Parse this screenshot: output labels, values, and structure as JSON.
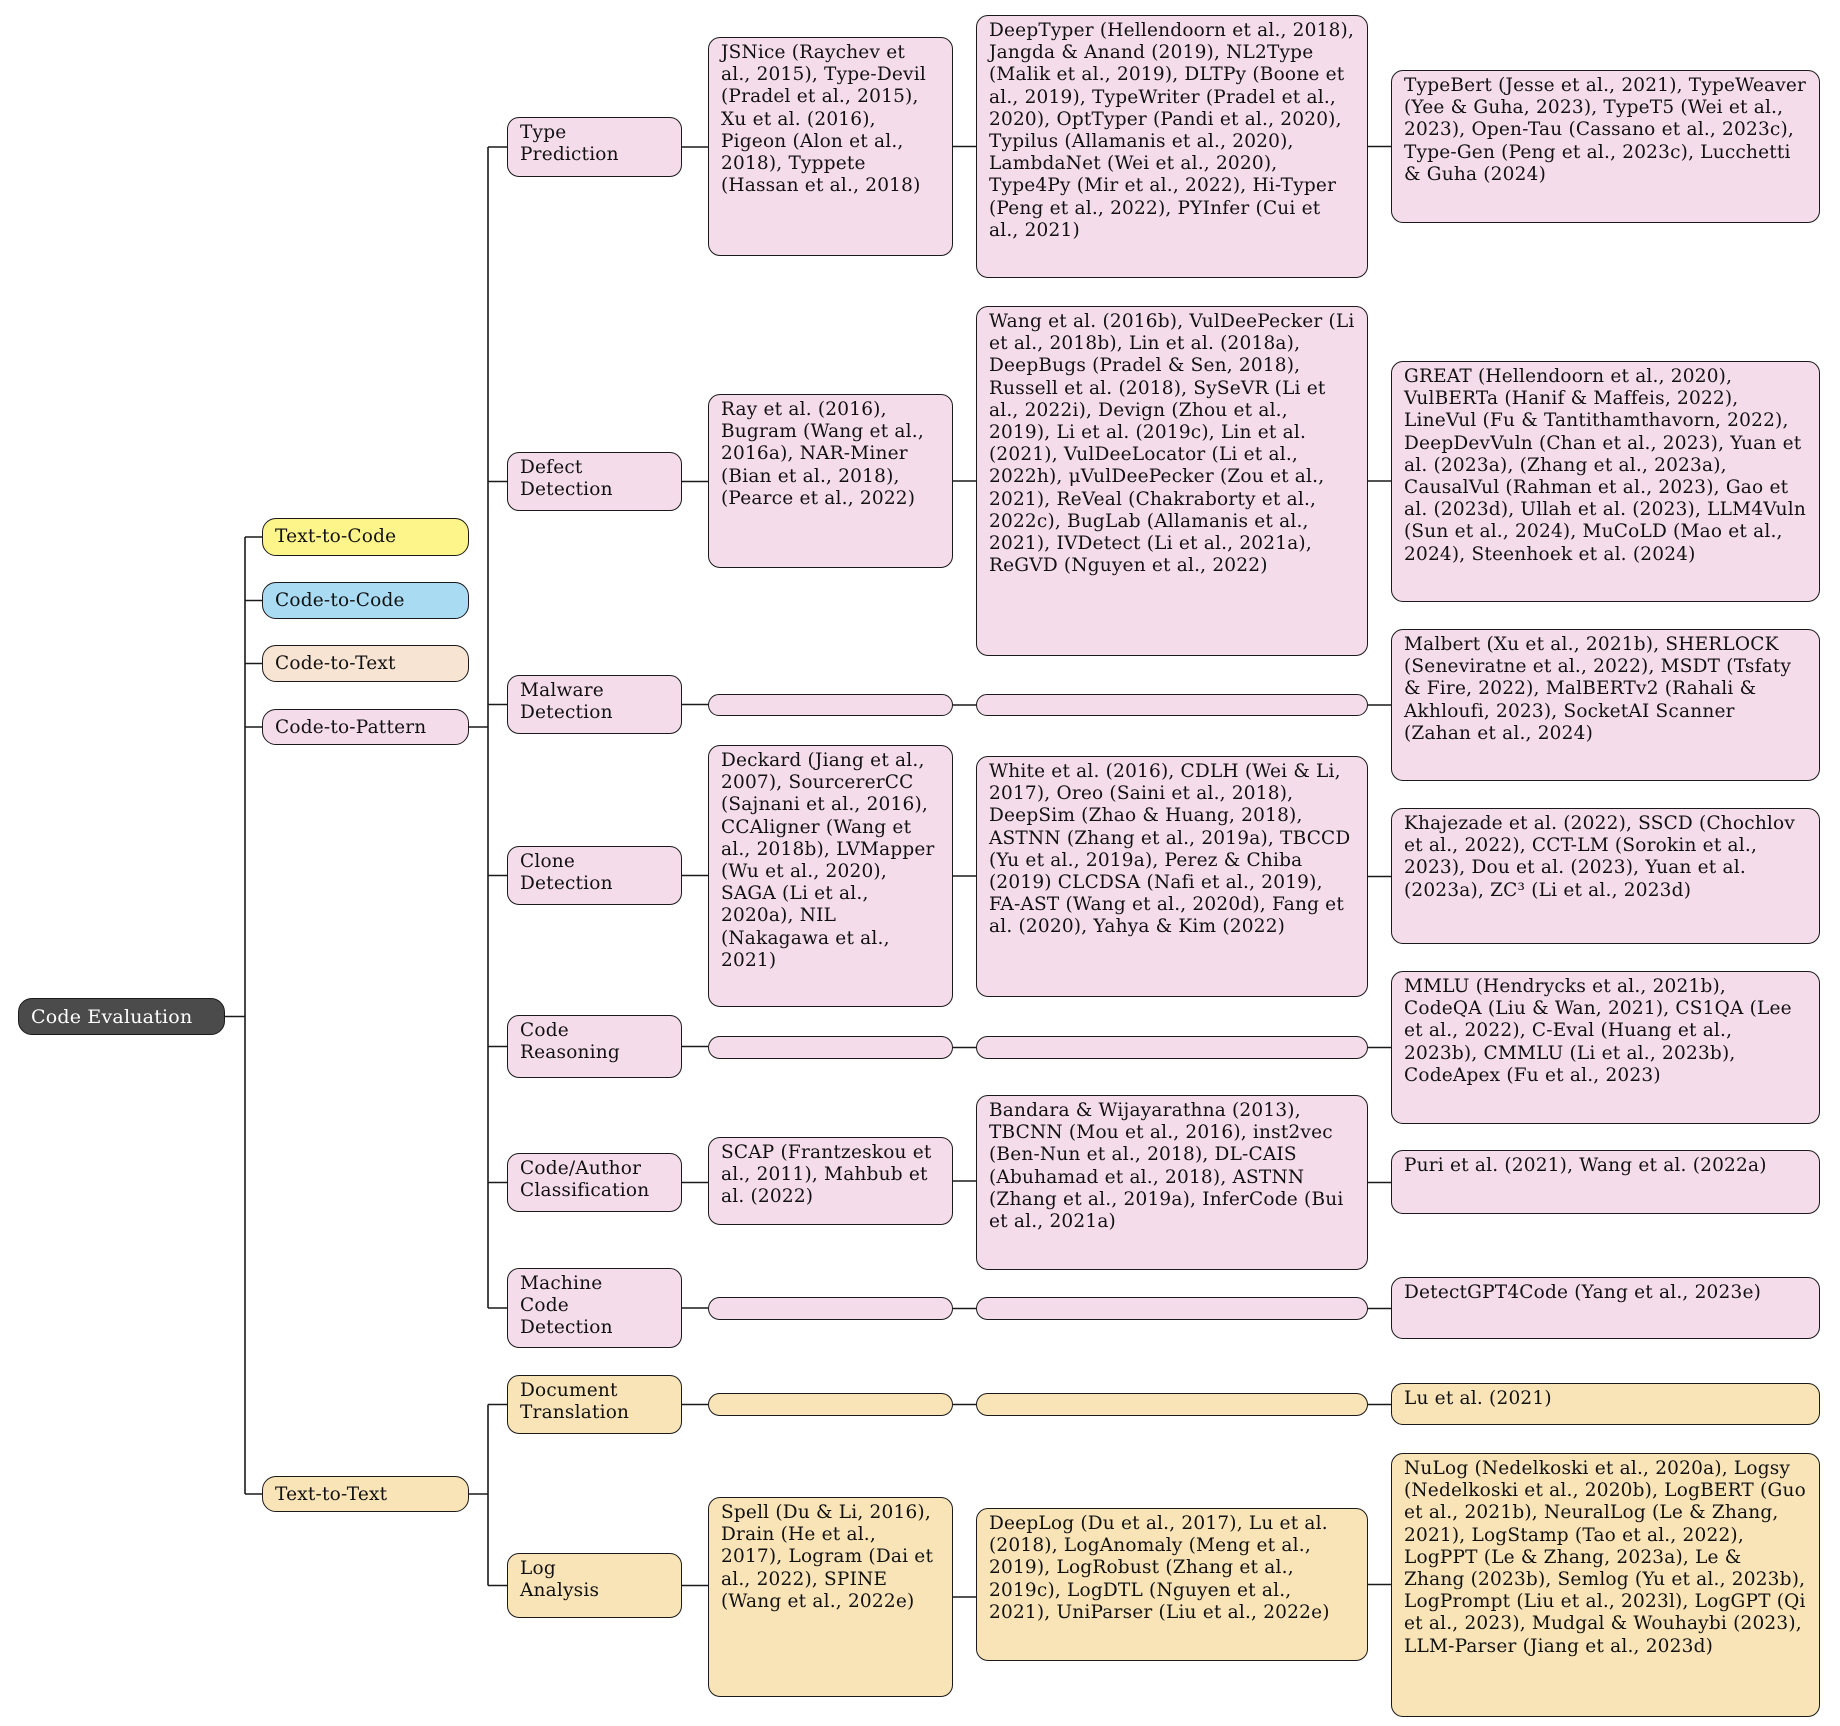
{
  "colors": {
    "root": "#4b4b4b",
    "text_to_code": "#fdf58a",
    "code_to_code": "#a9dbf3",
    "code_to_text": "#f7e4d3",
    "code_to_pattern": "#f5dcea",
    "text_to_text": "#f9e4b8",
    "line": "#1a1a1a"
  },
  "root": {
    "label": "Code Evaluation"
  },
  "level1": {
    "text_to_code": "Text-to-Code",
    "code_to_code": "Code-to-Code",
    "code_to_text": "Code-to-Text",
    "code_to_pattern": "Code-to-Pattern",
    "text_to_text": "Text-to-Text"
  },
  "type_prediction": {
    "label": "Type\nPrediction",
    "col1": "JSNice (Raychev et al., 2015), Type-Devil (Pradel et al., 2015), Xu et al. (2016), Pigeon (Alon et al., 2018), Typpete (Hassan et al., 2018)",
    "col2": "DeepTyper (Hellendoorn et al., 2018), Jangda & Anand (2019), NL2Type (Malik et al., 2019), DLTPy (Boone et al., 2019), TypeWriter (Pradel et al., 2020), OptTyper (Pandi et al., 2020), Typilus (Allamanis et al., 2020), LambdaNet (Wei et al., 2020), Type4Py (Mir et al., 2022), Hi-Typer (Peng et al., 2022), PYInfer (Cui et al., 2021)",
    "col3": "TypeBert (Jesse et al., 2021), TypeWeaver (Yee & Guha, 2023), TypeT5 (Wei et al., 2023), Open-Tau (Cassano et al., 2023c), Type-Gen (Peng et al., 2023c), Lucchetti & Guha (2024)"
  },
  "defect_detection": {
    "label": "Defect\nDetection",
    "col1": "Ray et al. (2016), Bugram (Wang et al., 2016a), NAR-Miner (Bian et al., 2018), (Pearce et al., 2022)",
    "col2": "Wang et al. (2016b), VulDeePecker (Li et al., 2018b), Lin et al. (2018a), DeepBugs (Pradel & Sen, 2018), Russell et al. (2018), SySeVR (Li et al., 2022i), Devign (Zhou et al., 2019), Li et al. (2019c), Lin et al. (2021), VulDeeLocator (Li et al., 2022h), μVulDeePecker (Zou et al., 2021), ReVeal (Chakraborty et al., 2022c), BugLab (Allamanis et al., 2021), IVDetect (Li et al., 2021a), ReGVD (Nguyen et al., 2022)",
    "col3": "GREAT (Hellendoorn et al., 2020), VulBERTa (Hanif & Maffeis, 2022), LineVul (Fu & Tantithamthavorn, 2022), DeepDevVuln (Chan et al., 2023), Yuan et al. (2023a), (Zhang et al., 2023a), CausalVul (Rahman et al., 2023), Gao et al. (2023d), Ullah et al. (2023), LLM4Vuln (Sun et al., 2024), MuCoLD (Mao et al., 2024), Steenhoek et al. (2024)"
  },
  "malware_detection": {
    "label": "Malware\nDetection",
    "col3": "Malbert (Xu et al., 2021b), SHERLOCK (Seneviratne et al., 2022), MSDT (Tsfaty & Fire, 2022), MalBERTv2 (Rahali & Akhloufi, 2023), SocketAI Scanner (Zahan et al., 2024)"
  },
  "clone_detection": {
    "label": "Clone\nDetection",
    "col1": "Deckard (Jiang et al., 2007), SourcererCC (Sajnani et al., 2016), CCAligner (Wang et al., 2018b), LVMapper (Wu et al., 2020), SAGA (Li et al., 2020a), NIL (Nakagawa et al., 2021)",
    "col2": "White et al. (2016), CDLH (Wei & Li, 2017), Oreo (Saini et al., 2018), DeepSim (Zhao & Huang, 2018), ASTNN (Zhang et al., 2019a), TBCCD (Yu et al., 2019a), Perez & Chiba (2019) CLCDSA (Nafi et al., 2019), FA-AST (Wang et al., 2020d), Fang et al. (2020), Yahya & Kim (2022)",
    "col3": "Khajezade et al. (2022), SSCD (Chochlov et al., 2022), CCT-LM (Sorokin et al., 2023), Dou et al. (2023), Yuan et al. (2023a), ZC³ (Li et al., 2023d)"
  },
  "code_reasoning": {
    "label": "Code\nReasoning",
    "col3": "MMLU (Hendrycks et al., 2021b), CodeQA (Liu & Wan, 2021), CS1QA (Lee et al., 2022), C-Eval (Huang et al., 2023b), CMMLU (Li et al., 2023b), CodeApex (Fu et al., 2023)"
  },
  "code_author": {
    "label": "Code/Author\nClassification",
    "col1": "SCAP (Frantzeskou et al., 2011), Mahbub et al. (2022)",
    "col2": "Bandara & Wijayarathna (2013), TBCNN (Mou et al., 2016), inst2vec (Ben-Nun et al., 2018), DL-CAIS (Abuhamad et al., 2018), ASTNN (Zhang et al., 2019a), InferCode (Bui et al., 2021a)",
    "col3": "Puri et al. (2021), Wang et al. (2022a)"
  },
  "machine_code": {
    "label": "Machine\nCode\nDetection",
    "col3": "DetectGPT4Code (Yang et al., 2023e)"
  },
  "document_translation": {
    "label": "Document\nTranslation",
    "col3": "Lu et al. (2021)"
  },
  "log_analysis": {
    "label": "Log\nAnalysis",
    "col1": "Spell (Du & Li, 2016), Drain (He et al., 2017), Logram (Dai et al., 2022), SPINE (Wang et al., 2022e)",
    "col2": "DeepLog (Du et al., 2017), Lu et al. (2018), LogAnomaly (Meng et al., 2019), LogRobust (Zhang et al., 2019c), LogDTL (Nguyen et al., 2021), UniParser (Liu et al., 2022e)",
    "col3": "NuLog (Nedelkoski et al., 2020a), Logsy (Nedelkoski et al., 2020b), LogBERT (Guo et al., 2021b), NeuralLog (Le & Zhang, 2021), LogStamp (Tao et al., 2022), LogPPT (Le & Zhang, 2023a), Le & Zhang (2023b), Semlog (Yu et al., 2023b), LogPrompt (Liu et al., 2023l), LogGPT (Qi et al., 2023), Mudgal & Wouhaybi (2023), LLM-Parser (Jiang et al., 2023d)"
  }
}
